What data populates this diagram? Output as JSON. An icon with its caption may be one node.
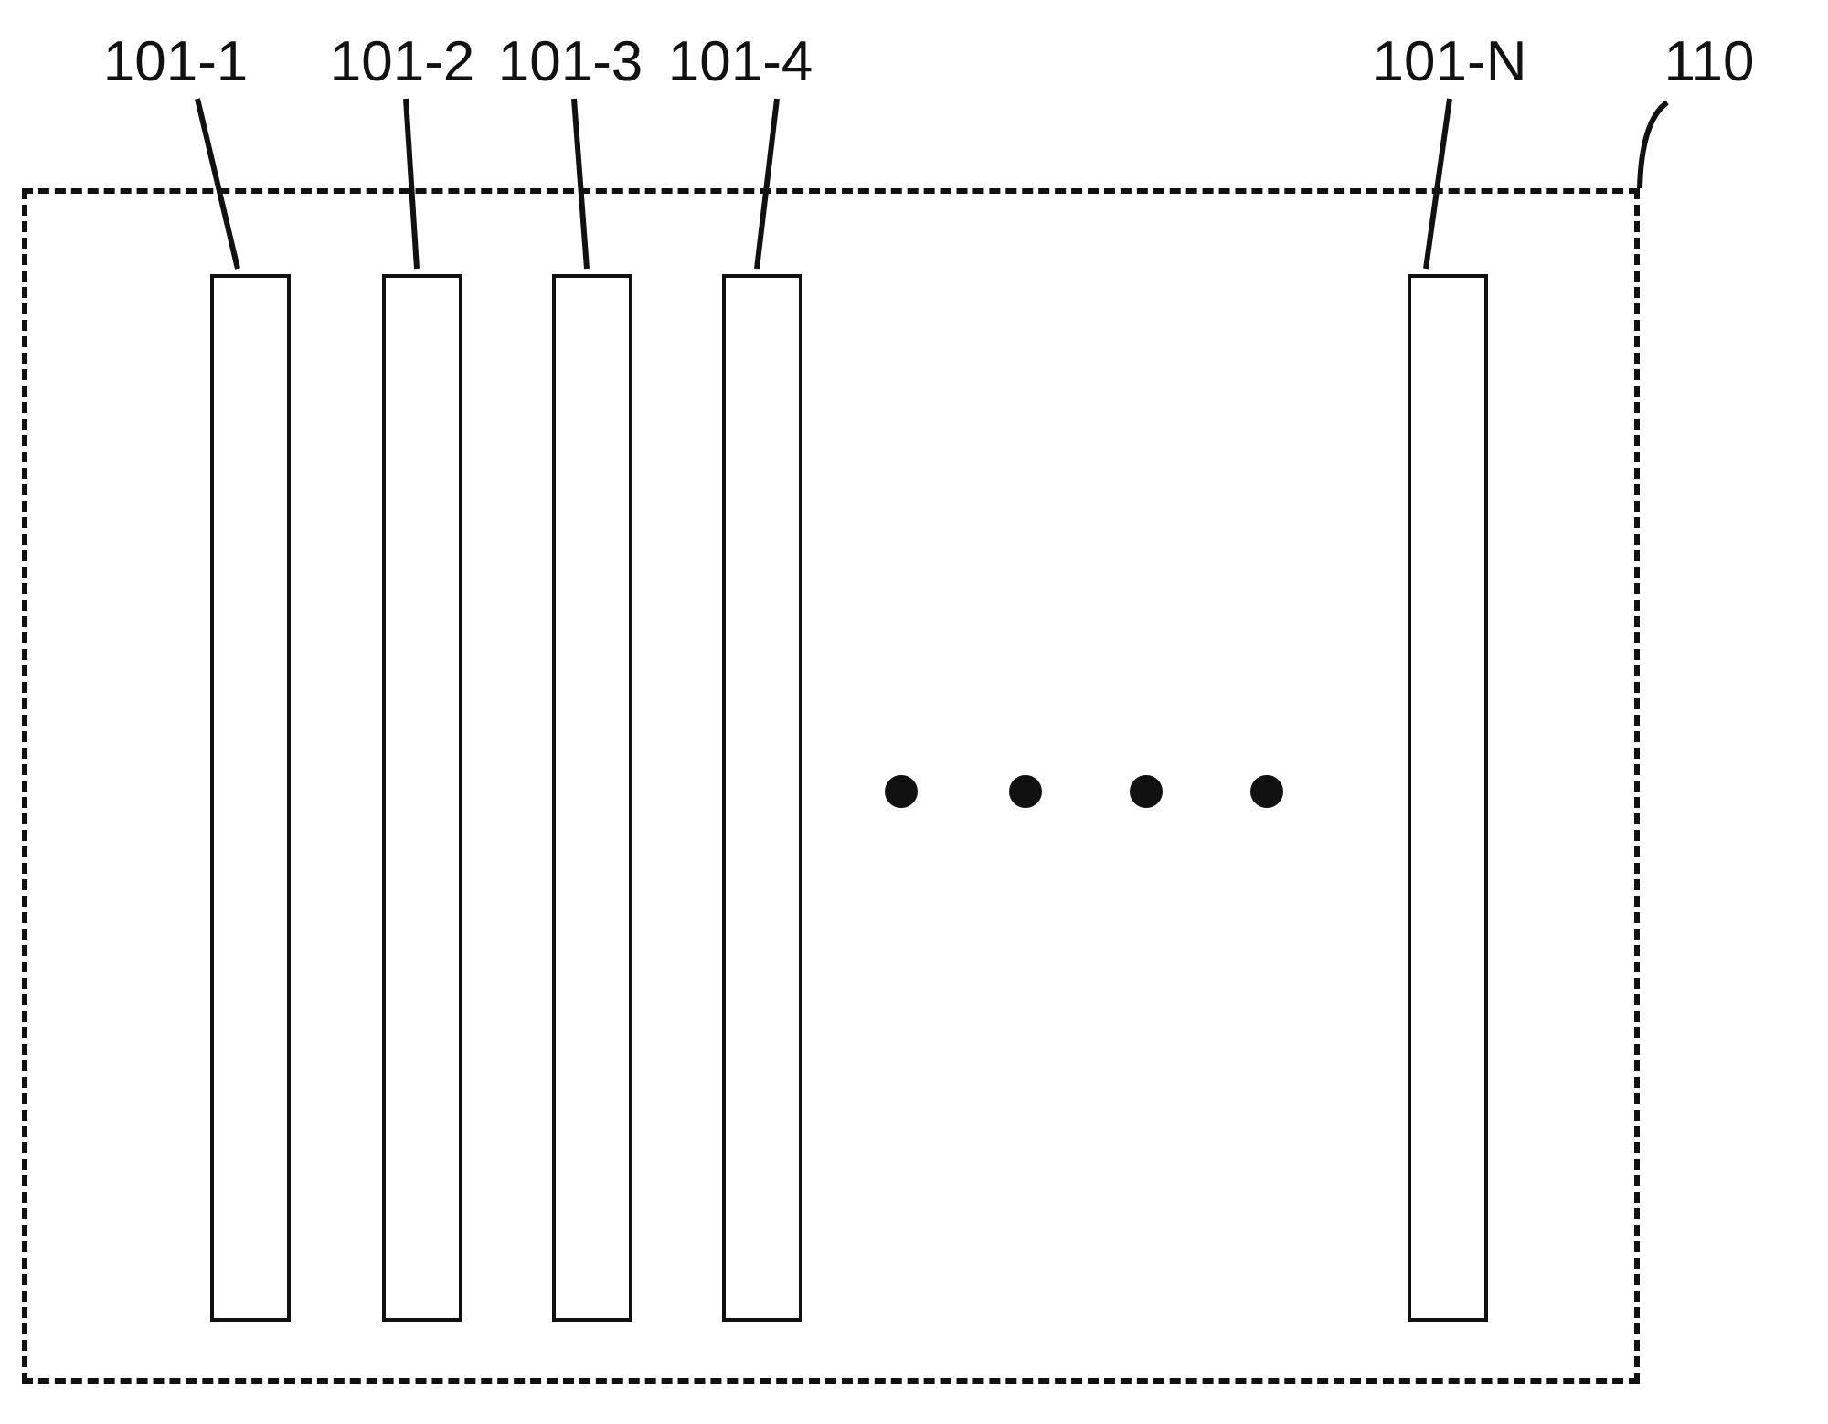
{
  "diagram": {
    "nodes": [
      {
        "text": [],
        "shape": "box"
      },
      {
        "text": [],
        "shape": "bar",
        "in": 0
      },
      {
        "text": [],
        "shape": "bar",
        "in": 0
      },
      {
        "text": [],
        "shape": "bar",
        "in": 0
      },
      {
        "text": [],
        "shape": "bar",
        "in": 0
      },
      {
        "text": [],
        "shape": "bar",
        "in": 0
      },
      {
        "text": [
          "101-1"
        ]
      },
      {
        "text": [
          "101-2"
        ]
      },
      {
        "text": [
          "101-3"
        ]
      },
      {
        "text": [
          "101-4"
        ]
      },
      {
        "text": [
          "101-N"
        ]
      },
      {
        "text": [
          "110"
        ]
      }
    ],
    "edges": [
      {
        "from": 6,
        "to": 1,
        "arrow": "none"
      },
      {
        "from": 7,
        "to": 2,
        "arrow": "none"
      },
      {
        "from": 8,
        "to": 3,
        "arrow": "none"
      },
      {
        "from": 9,
        "to": 4,
        "arrow": "none"
      },
      {
        "from": 10,
        "to": 5,
        "arrow": "none"
      },
      {
        "from": 11,
        "to": 0,
        "arrow": "none"
      }
    ]
  }
}
